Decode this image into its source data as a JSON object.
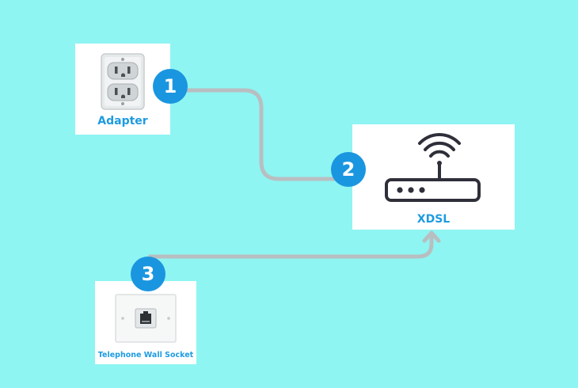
{
  "adapter": {
    "label": "Adapter",
    "step": "1"
  },
  "router": {
    "label": "XDSL",
    "step": "2"
  },
  "wall_socket": {
    "label": "Telephone Wall Socket",
    "step": "3"
  },
  "colors": {
    "background": "#8ef5f2",
    "card": "#ffffff",
    "cable": "#b9bec1",
    "badge": "#1a96e0",
    "label": "#1e9be0",
    "router_outline": "#2f2f3a"
  },
  "icons": {
    "adapter": "power-outlet-icon",
    "router": "wifi-router-icon",
    "wall_socket": "phone-jack-icon"
  }
}
